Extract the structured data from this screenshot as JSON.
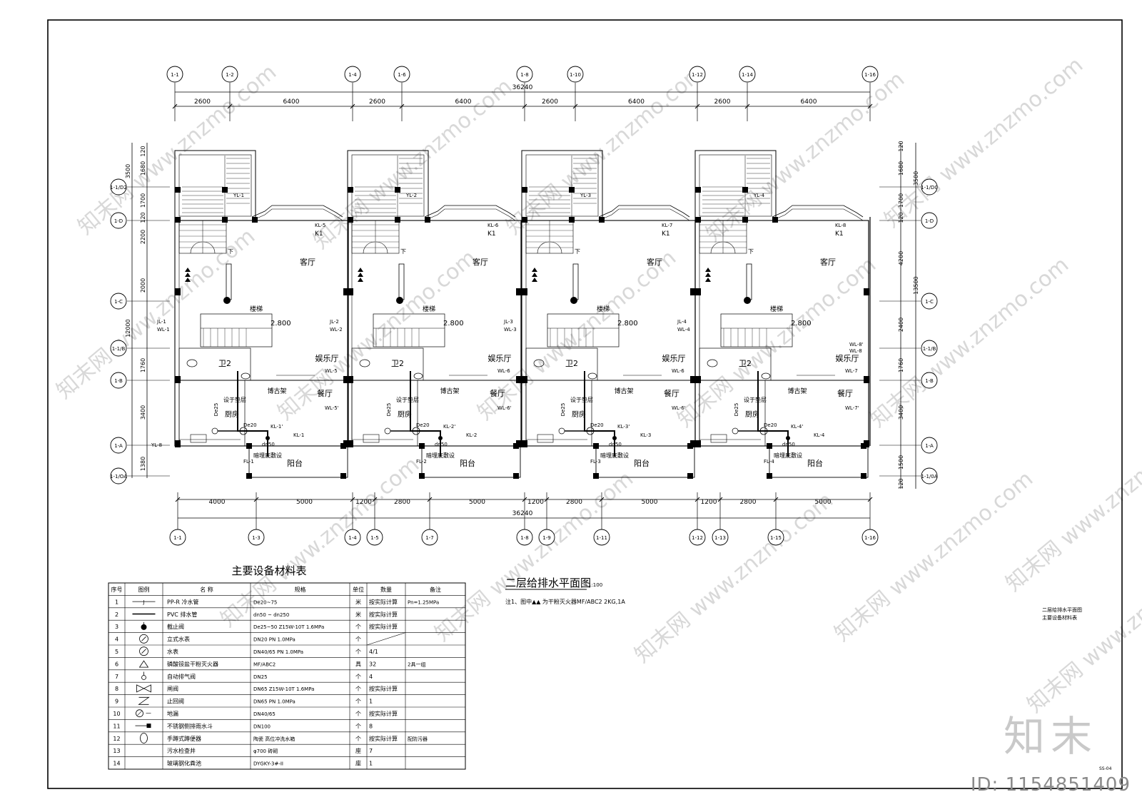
{
  "grid_top": [
    "1-1",
    "1-2",
    "1-4",
    "1-6",
    "1-8",
    "1-10",
    "1-12",
    "1-14",
    "1-16"
  ],
  "grid_bottom": [
    "1-1",
    "1-3",
    "1-4",
    "1-5",
    "1-7",
    "1-8",
    "1-9",
    "1-11",
    "1-12",
    "1-13",
    "1-15",
    "1-16"
  ],
  "grid_left": [
    "1-1/D2",
    "1-D",
    "1-C",
    "1-1/B",
    "1-B",
    "1-A",
    "1-1/OA"
  ],
  "grid_right": [
    "1-1/D0",
    "1-D",
    "1-C",
    "1-1/B",
    "1-B",
    "1-A",
    "1-1/0A"
  ],
  "dim_top_total": "36240",
  "dim_top_segments": [
    "2600",
    "6400",
    "2600",
    "6400",
    "2600",
    "6400",
    "2600",
    "6400"
  ],
  "dim_bottom_total": "36240",
  "dim_bottom_segments": [
    "4000",
    "5000",
    "1200",
    "2800",
    "5000",
    "1200",
    "2800",
    "5000",
    "1200",
    "2800",
    "5000"
  ],
  "dim_left": [
    "120",
    "1680",
    "3500",
    "1700",
    "120",
    "2200",
    "2000",
    "12000",
    "1760",
    "3400",
    "1380"
  ],
  "dim_right": [
    "120",
    "1680",
    "3500",
    "1700",
    "120",
    "4200",
    "2400",
    "13500",
    "1760",
    "3400",
    "1500",
    "120"
  ],
  "rooms": {
    "living": "客厅",
    "stair": "楼梯",
    "ent": "娱乐厅",
    "dining": "餐厅",
    "kitchen": "厨房",
    "balcony": "阳台",
    "wc": "卫2",
    "shelf": "博古架",
    "hanger": "设于垫层",
    "concealed": "暗埋底敷设",
    "level": "2.800",
    "k1": "K1",
    "down": "下"
  },
  "units": [
    {
      "yl": "YL-1",
      "kl": "KL-5",
      "jl": "JL-1",
      "wl": "WL-1",
      "wl2": "WL-5",
      "wl3": "WL-5'",
      "kl1": "KL-1'",
      "kl2": "KL-1",
      "fl": "FL-1",
      "de": "De20",
      "dn": "dn50"
    },
    {
      "yl": "YL-2",
      "kl": "KL-6",
      "jl": "JL-2",
      "wl": "WL-2",
      "wl2": "WL-6",
      "wl3": "WL-6'",
      "kl1": "KL-2'",
      "kl2": "KL-2",
      "fl": "FL-2",
      "de": "De20",
      "dn": "dn50"
    },
    {
      "yl": "YL-3",
      "kl": "KL-7",
      "jl": "JL-3",
      "wl": "WL-3",
      "wl2": "WL-6",
      "wl3": "WL-6'",
      "kl1": "KL-3'",
      "kl2": "KL-3",
      "fl": "FL-3",
      "de": "De20",
      "dn": "dn50"
    },
    {
      "yl": "YL-4",
      "kl": "KL-8",
      "jl": "JL-4",
      "wl": "WL-4",
      "wl2": "WL-7",
      "wl3": "WL-7'",
      "kl1": "KL-4'",
      "kl2": "KL-4",
      "fl": "FL-4",
      "de": "De20",
      "dn": "dn50"
    }
  ],
  "extra_labels": {
    "yl8": "YL-8",
    "wl8a": "WL-8'",
    "wl8b": "WL-8",
    "de25": "De25",
    "plan_title": "二层给排水平面图",
    "plan_scale": "1:100",
    "note": "注1、图中▲▲ 为干粉灭火器MF/ABC2   2KG,1A",
    "side_title_1": "二层给排水平面图",
    "side_title_2": "主要设备材料表",
    "sheet_no": "SS-04"
  },
  "table": {
    "title": "主要设备材料表",
    "headers": [
      "序号",
      "图例",
      "名  称",
      "规格",
      "单位",
      "数量",
      "备注"
    ],
    "rows": [
      {
        "no": "1",
        "icon": "pipe-j-icon",
        "name": "PP-R 冷水管",
        "spec": "De20~75",
        "unit": "米",
        "qty": "按实际计算",
        "note": "Pn=1.25MPa"
      },
      {
        "no": "2",
        "icon": "pipe-line-icon",
        "name": "PVC 排水管",
        "spec": "dn50   ~ dn250",
        "unit": "米",
        "qty": "按实际计算",
        "note": ""
      },
      {
        "no": "3",
        "icon": "valve-dot-icon",
        "name": "截止阀",
        "spec": "De25~50       Z15W-10T    1.6MPa",
        "unit": "个",
        "qty": "按实际计算",
        "note": ""
      },
      {
        "no": "4",
        "icon": "meter-icon",
        "name": "立式水表",
        "spec": "DN20                    PN  1.0MPa",
        "unit": "个",
        "qty": "",
        "note": ""
      },
      {
        "no": "5",
        "icon": "meter-icon",
        "name": "水表",
        "spec": "DN40/65                 PN  1.0MPa",
        "unit": "个",
        "qty": "4/1",
        "note": ""
      },
      {
        "no": "6",
        "icon": "extinguisher-icon",
        "name": "磷酸铵盐干粉灭火器",
        "spec": "MF/ABC2",
        "unit": "具",
        "qty": "32",
        "note": "2具一组"
      },
      {
        "no": "7",
        "icon": "air-valve-icon",
        "name": "自动排气阀",
        "spec": "DN25",
        "unit": "个",
        "qty": "4",
        "note": ""
      },
      {
        "no": "8",
        "icon": "gate-valve-icon",
        "name": "闸阀",
        "spec": "DN65          Z15W-10T    1.6MPa",
        "unit": "个",
        "qty": "按实际计算",
        "note": ""
      },
      {
        "no": "9",
        "icon": "check-valve-icon",
        "name": "止回阀",
        "spec": "DN65                    PN  1.0MPa",
        "unit": "个",
        "qty": "1",
        "note": ""
      },
      {
        "no": "10",
        "icon": "floor-drain-icon",
        "name": "地漏",
        "spec": "DN40/65",
        "unit": "个",
        "qty": "按实际计算",
        "note": ""
      },
      {
        "no": "11",
        "icon": "rain-drain-icon",
        "name": "不锈钢侧排雨水斗",
        "spec": "DN100",
        "unit": "个",
        "qty": "8",
        "note": ""
      },
      {
        "no": "12",
        "icon": "squat-toilet-icon",
        "name": "手蹲式蹲便器",
        "spec": "陶瓷  高位冲洗水箱",
        "unit": "个",
        "qty": "按实际计算",
        "note": "配防污器"
      },
      {
        "no": "13",
        "icon": "",
        "name": "污水检查井",
        "spec": "φ700           砖砌",
        "unit": "座",
        "qty": "7",
        "note": ""
      },
      {
        "no": "14",
        "icon": "",
        "name": "玻璃钢化粪池",
        "spec": "DYGKY-3#-II",
        "unit": "座",
        "qty": "1",
        "note": ""
      }
    ]
  },
  "watermark": "www.znzmo.com",
  "watermark_brand": "知末网",
  "brand": "知末",
  "id_label": "ID: 1154851409"
}
